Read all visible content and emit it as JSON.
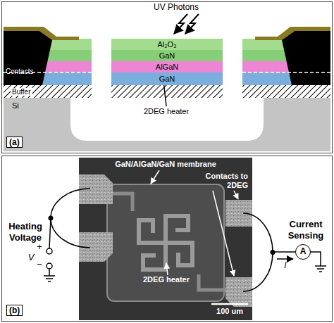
{
  "diagram": {
    "nodes": [
      {
        "text": [
          "Al₂O₃"
        ]
      },
      {
        "text": [
          "GaN"
        ]
      },
      {
        "text": [
          "AlGaN"
        ]
      },
      {
        "text": [
          "GaN"
        ]
      },
      {
        "text": [
          "Buffer"
        ]
      },
      {
        "text": [
          "Si"
        ]
      },
      {
        "text": [
          "A"
        ]
      }
    ],
    "labels": [
      "UV Photons",
      "Contacts",
      "2DEG heater",
      "(a)",
      "GaN/AlGaN/GaN membrane",
      "Contacts to 2DEG",
      "2DEG heater",
      "Heating Voltage",
      "+",
      "V",
      "−",
      "Current Sensing",
      "I",
      "100 um",
      "(b)"
    ]
  }
}
